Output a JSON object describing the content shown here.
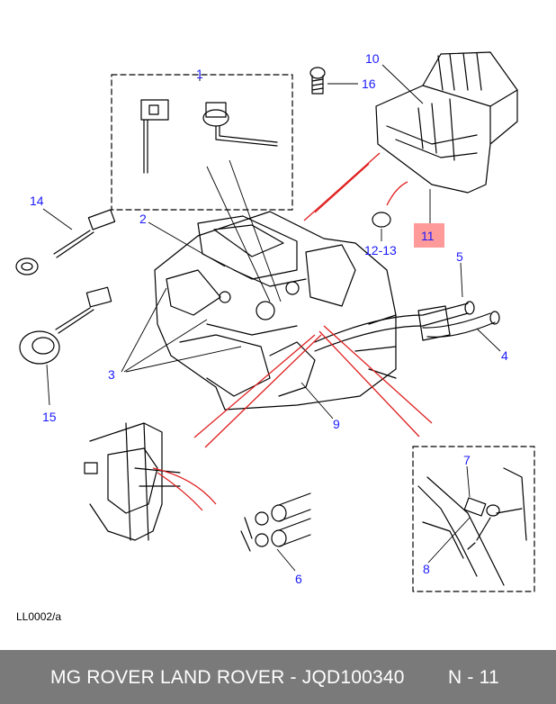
{
  "diagram": {
    "callouts": {
      "c1": "1",
      "c2": "2",
      "c3": "3",
      "c4": "4",
      "c5": "5",
      "c6": "6",
      "c7": "7",
      "c8": "8",
      "c9": "9",
      "c10": "10",
      "c11": "11",
      "c12_13": "12-13",
      "c14": "14",
      "c15": "15",
      "c16": "16"
    },
    "figure_ref": "LL0002/a",
    "highlight_color": "#ff9a9a",
    "callout_color": "#1a1aff",
    "leader_red": "#e02020"
  },
  "footer": {
    "brand": "MG ROVER LAND ROVER - JQD100340",
    "page": "N - 11"
  }
}
